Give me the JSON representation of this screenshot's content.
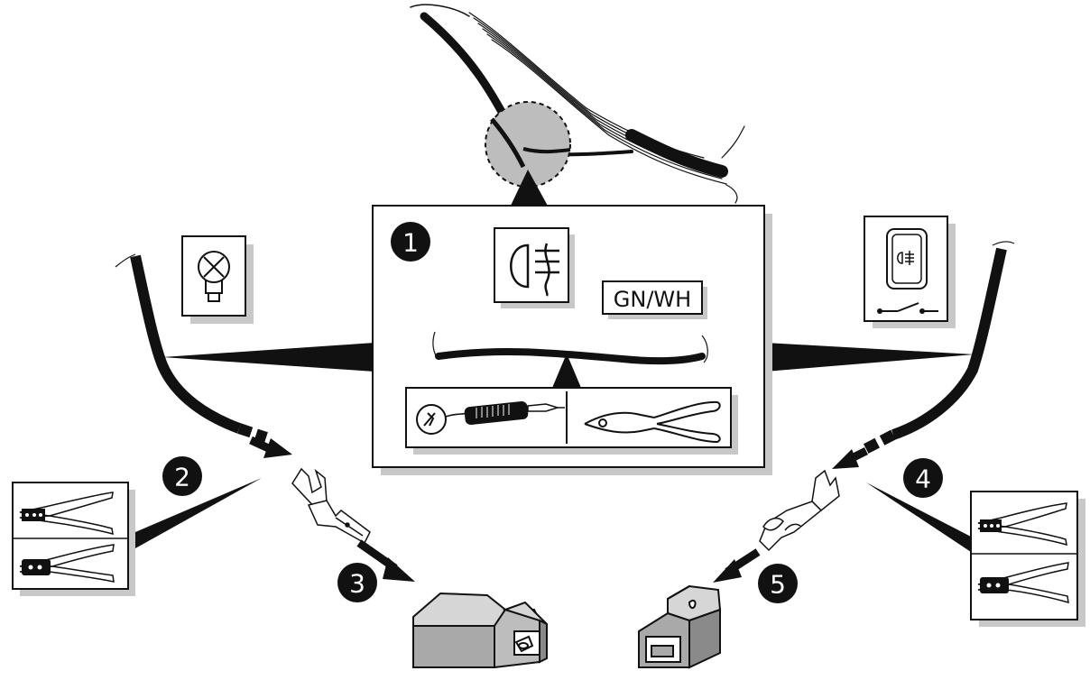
{
  "wire_color_code": "GN/WH",
  "steps": [
    {
      "number": "1"
    },
    {
      "number": "2"
    },
    {
      "number": "3"
    },
    {
      "number": "4"
    },
    {
      "number": "5"
    }
  ],
  "icons": {
    "lamp": "bulb-icon",
    "fog_light_symbol": "rear-fog-light-icon",
    "fog_switch": "fog-light-switch-icon",
    "test_lamp": "test-lamp-icon",
    "side_cutter": "side-cutter-pliers-icon",
    "stripper_crimper": "wire-stripper-crimper-icon",
    "male_terminal": "male-blade-terminal-icon",
    "female_terminal": "female-receptacle-terminal-icon",
    "male_housing": "male-connector-housing-icon",
    "female_housing": "female-connector-housing-icon",
    "harness": "wiring-harness-icon"
  },
  "colors": {
    "ink": "#111111",
    "shadow": "#c8c8c8",
    "highlight": "#bdbdbd",
    "housing": "#a9a9a9"
  }
}
